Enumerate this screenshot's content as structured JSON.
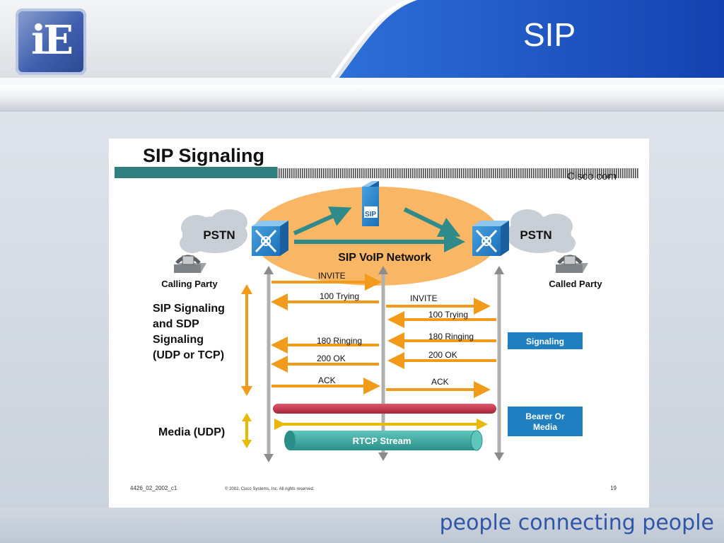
{
  "header": {
    "logo_text": "iE",
    "title": "SIP"
  },
  "slide": {
    "title": "SIP Signaling",
    "brand": "Cisco.com",
    "server_label": "SIP",
    "network_label": "SIP VoIP Network",
    "left_cloud": "PSTN",
    "right_cloud": "PSTN",
    "calling_party": "Calling Party",
    "called_party": "Called Party",
    "signaling_desc": [
      "SIP Signaling",
      "and SDP",
      "Signaling",
      "(UDP or TCP)"
    ],
    "media_label": "Media (UDP)",
    "messages": {
      "invite_1": "INVITE",
      "trying_1": "100 Trying",
      "invite_2": "INVITE",
      "trying_2": "100 Trying",
      "ringing_2": "180 Ringing",
      "ringing_1": "180 Ringing",
      "ok_2": "200 OK",
      "ok_1": "200 OK",
      "ack_1": "ACK",
      "ack_2": "ACK"
    },
    "rtcp_label": "RTCP Stream",
    "box_signaling": "Signaling",
    "box_bearer": [
      "Bearer Or",
      "Media"
    ],
    "footer_code": "4426_02_2002_c1",
    "footer_copyright": "© 2002, Cisco Systems, Inc. All rights reserved.",
    "page_number": "19"
  },
  "footer": {
    "tagline": "people connecting people"
  },
  "colors": {
    "brand_blue": "#2f56a6",
    "header_blue": "#1f4fc0",
    "teal": "#2f8a8a",
    "arrow_orange": "#f29b1a",
    "arrow_yellow": "#e9b800",
    "bearer_red": "#c63246",
    "network_fill": "#f9b765",
    "box_blue": "#1f7fc1"
  }
}
